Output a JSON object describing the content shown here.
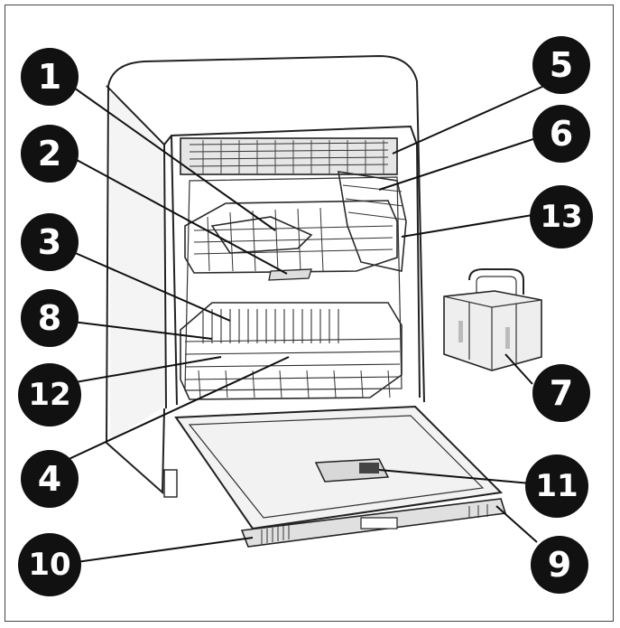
{
  "callouts": [
    {
      "id": "1",
      "label": "1"
    },
    {
      "id": "2",
      "label": "2"
    },
    {
      "id": "3",
      "label": "3"
    },
    {
      "id": "4",
      "label": "4"
    },
    {
      "id": "5",
      "label": "5"
    },
    {
      "id": "6",
      "label": "6"
    },
    {
      "id": "7",
      "label": "7"
    },
    {
      "id": "8",
      "label": "8"
    },
    {
      "id": "9",
      "label": "9"
    },
    {
      "id": "10",
      "label": "10"
    },
    {
      "id": "11",
      "label": "11"
    },
    {
      "id": "12",
      "label": "12"
    },
    {
      "id": "13",
      "label": "13"
    }
  ],
  "colors": {
    "callout_fill": "#111111",
    "callout_text": "#ffffff",
    "line": "#222222",
    "panel_fill": "#e8e8e8"
  }
}
